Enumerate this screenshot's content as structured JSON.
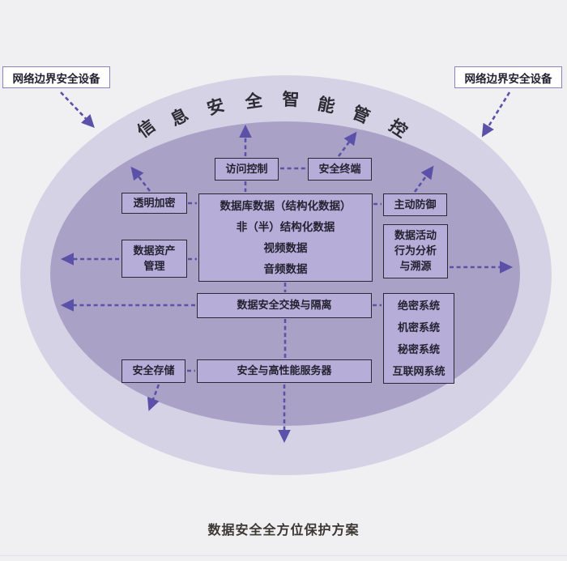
{
  "page": {
    "caption": "数据安全全方位保护方案"
  },
  "external": {
    "left_label": "网络边界安全设备",
    "right_label": "网络边界安全设备"
  },
  "ellipse": {
    "arc_title": "信息安全智能管控"
  },
  "boxes": {
    "access_control": "访问控制",
    "secure_terminal": "安全终端",
    "transparent_encryption": "透明加密",
    "active_defense": "主动防御",
    "data_asset_lines": [
      "数据资产",
      "管理"
    ],
    "central_lines": [
      "数据库数据（结构化数据）",
      "非（半）结构化数据",
      "视频数据",
      "音频数据"
    ],
    "activity_lines": [
      "数据活动",
      "行为分析",
      "与溯源"
    ],
    "exchange_isolation": "数据安全交换与隔离",
    "systems_lines": [
      "绝密系统",
      "机密系统",
      "秘密系统",
      "互联网系统"
    ],
    "secure_storage": "安全存储",
    "server": "安全与高性能服务器"
  },
  "colors": {
    "background": "#f0f0f2",
    "outer_ellipse": "#d6d2e6",
    "inner_ellipse": "#a9a2c6",
    "box_fill": "#b6aed9",
    "box_border": "#2a2833",
    "arrow": "#5b51a9",
    "external_box_border": "#8a82bf",
    "text": "#242230"
  }
}
